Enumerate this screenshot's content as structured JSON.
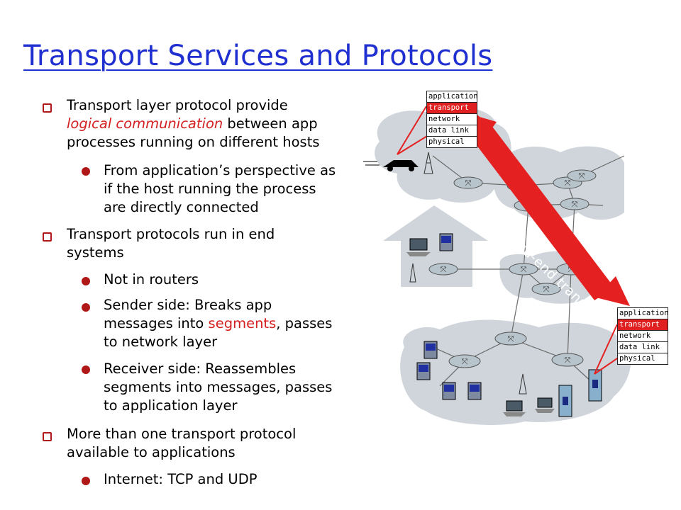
{
  "slide": {
    "title": "Transport Services and Protocols"
  },
  "bullets": {
    "b1": {
      "l1": "Transport layer protocol provide",
      "l2_em": "logical communication",
      "l2_rest": " between app",
      "l3": "processes running on different hosts"
    },
    "b1_sub1": {
      "l1": "From application’s perspective as",
      "l2": "if the host running the process",
      "l3": "are directly connected"
    },
    "b2": {
      "l1": "Transport protocols run in end",
      "l2": "systems"
    },
    "b2_sub1": "Not in routers",
    "b2_sub2": {
      "l1": " Sender side: Breaks app",
      "l2_a": "messages into ",
      "l2_red": "segments",
      "l2_b": ", passes",
      "l3": "to  network layer"
    },
    "b2_sub3": {
      "l1": "Receiver side: Reassembles",
      "l2": "segments into messages, passes",
      "l3": "to application layer"
    },
    "b3": {
      "l1": "More than one transport protocol",
      "l2": "available to applications"
    },
    "b3_sub1": "Internet: TCP and UDP"
  },
  "diagram": {
    "stack_top": [
      "application",
      "transport",
      "network",
      "data link",
      "physical"
    ],
    "stack_bottom": [
      "application",
      "transport",
      "network",
      "data link",
      "physical"
    ],
    "arrow_label": "logical end-end transport",
    "colors": {
      "arrow": "#e52020",
      "cloud": "#cfd5da",
      "highlight": "#e02020"
    }
  }
}
